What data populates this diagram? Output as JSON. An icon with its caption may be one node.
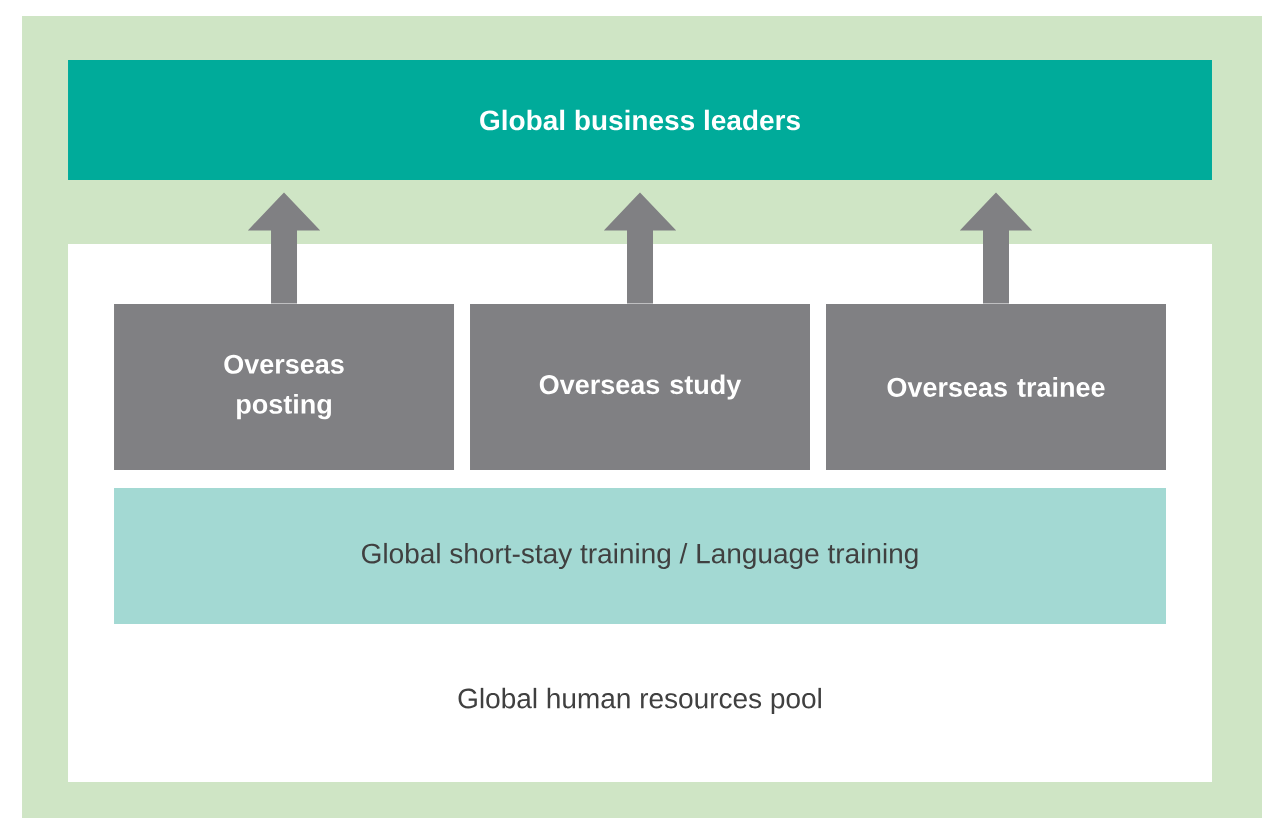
{
  "diagram": {
    "nodes": [
      {
        "text": [
          "Global business leaders"
        ]
      },
      {
        "text": [
          "Global human resources pool"
        ]
      },
      {
        "text": [
          "Overseas posting"
        ],
        "in": 1
      },
      {
        "text": [
          "Overseas study"
        ],
        "in": 1
      },
      {
        "text": [
          "Overseas trainee"
        ],
        "in": 1
      },
      {
        "text": [
          "Global short-stay training / Language training"
        ],
        "in": 1
      }
    ],
    "edges": [
      {
        "from": 2,
        "to": 0,
        "arrow": "to"
      },
      {
        "from": 3,
        "to": 0,
        "arrow": "to"
      },
      {
        "from": 4,
        "to": 0,
        "arrow": "to"
      }
    ]
  }
}
